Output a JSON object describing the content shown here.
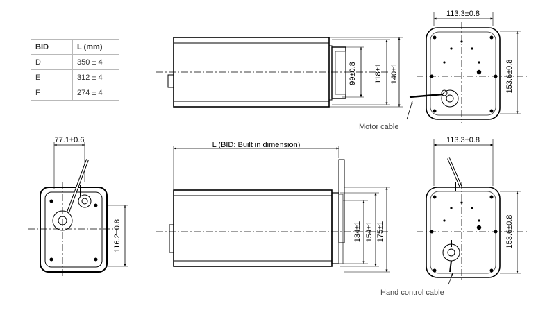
{
  "table": {
    "headers": [
      "BID",
      "L (mm)"
    ],
    "rows": [
      {
        "bid": "D",
        "l": "350 ± 4"
      },
      {
        "bid": "E",
        "l": "312 ± 4"
      },
      {
        "bid": "F",
        "l": "274 ± 4"
      }
    ]
  },
  "dimensions": {
    "top_side_99": "99±0.8",
    "top_side_118": "118±1",
    "top_side_140": "140±1",
    "top_end_width": "113.3±0.8",
    "top_end_height": "153.6±0.8",
    "bottom_left_width": "77.1±0.6",
    "bottom_left_height": "116.2±0.8",
    "bottom_side_length": "L (BID: Built in dimension)",
    "bottom_side_134": "134±1",
    "bottom_side_154": "154±1",
    "bottom_side_175": "175±1",
    "bottom_end_width": "113.3±0.8",
    "bottom_end_height": "153.6±0.8"
  },
  "labels": {
    "motor_cable": "Motor cable",
    "hand_control_cable": "Hand control cable"
  }
}
